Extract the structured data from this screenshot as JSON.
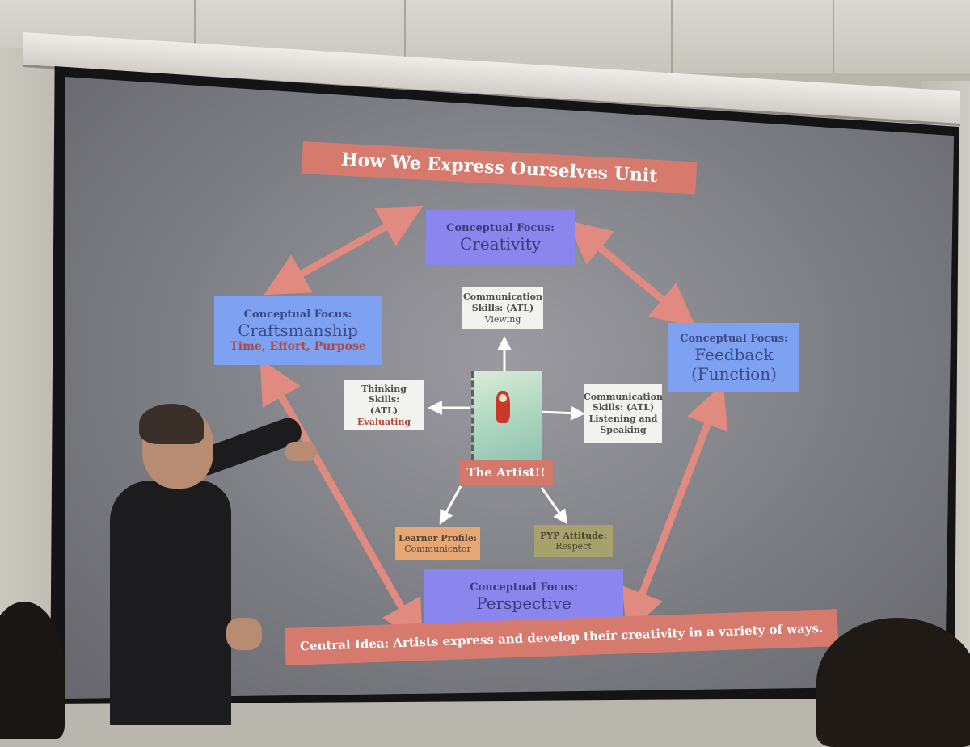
{
  "slide": {
    "title": "How We Express Ourselves Unit",
    "creativity": {
      "label": "Conceptual Focus:",
      "name": "Creativity"
    },
    "craftsmanship": {
      "label": "Conceptual Focus:",
      "name": "Craftsmanship",
      "sub": "Time, Effort, Purpose"
    },
    "feedback": {
      "label": "Conceptual Focus:",
      "name": "Feedback",
      "sub": "(Function)"
    },
    "perspective": {
      "label": "Conceptual Focus:",
      "name": "Perspective"
    },
    "viewing": {
      "line1": "Communication",
      "line2": "Skills: (ATL)",
      "line3": "Viewing"
    },
    "thinking": {
      "line1": "Thinking Skills:",
      "line2": "(ATL)",
      "line3": "Evaluating"
    },
    "listening": {
      "line1": "Communication",
      "line2": "Skills: (ATL)",
      "line3": "Listening and",
      "line4": "Speaking"
    },
    "artist": "The Artist!!",
    "learner_profile": {
      "label": "Learner Profile:",
      "value": "Communicator"
    },
    "pyp_attitude": {
      "label": "PYP Attitude:",
      "value": "Respect"
    },
    "central_idea": "Central Idea: Artists express and develop their creativity in a variety of ways."
  }
}
